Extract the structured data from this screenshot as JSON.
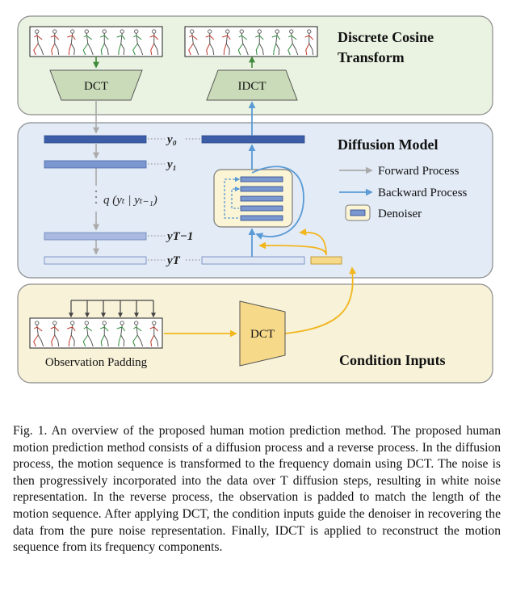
{
  "sections": {
    "dct_section_title_line1": "Discrete Cosine",
    "dct_section_title_line2": "Transform",
    "diffusion_title": "Diffusion Model",
    "condition_title": "Condition Inputs"
  },
  "blocks": {
    "dct": "DCT",
    "idct": "IDCT",
    "condition_dct": "DCT",
    "observation_padding": "Observation Padding"
  },
  "math": {
    "y0": "y₀",
    "y1": "y₁",
    "q_expression": "q (yₜ | yₜ₋₁)",
    "yT_minus_1": "yT−1",
    "yT": "yT"
  },
  "legend": {
    "forward": "Forward Process",
    "backward": "Backward Process",
    "denoiser": "Denoiser"
  },
  "colors": {
    "dct_panel_bg": "#eaf3e2",
    "diffusion_panel_bg": "#e3ebf6",
    "condition_panel_bg": "#f7f2d8",
    "forward_arrow": "#aaaaaa",
    "backward_arrow": "#5a9bd5",
    "condition_arrow": "#f2b61e",
    "dct_trapezoid": "#c9dbb8",
    "condition_trapezoid": "#f7d98a",
    "denoiser_bg": "#fbf5d6"
  },
  "caption": {
    "text": "Fig. 1.  An overview of the proposed human motion prediction method. The proposed human motion prediction method consists of a diffusion process and a reverse process. In the diffusion process, the motion sequence is transformed to the frequency domain using DCT. The noise is then progressively incorporated into the data over T diffusion steps, resulting in white noise representation. In the reverse process, the observation is padded to match the length of the motion sequence. After applying DCT, the condition inputs guide the denoiser in recovering the data from the pure noise representation. Finally, IDCT is applied to reconstruct the motion sequence from its frequency components."
  }
}
